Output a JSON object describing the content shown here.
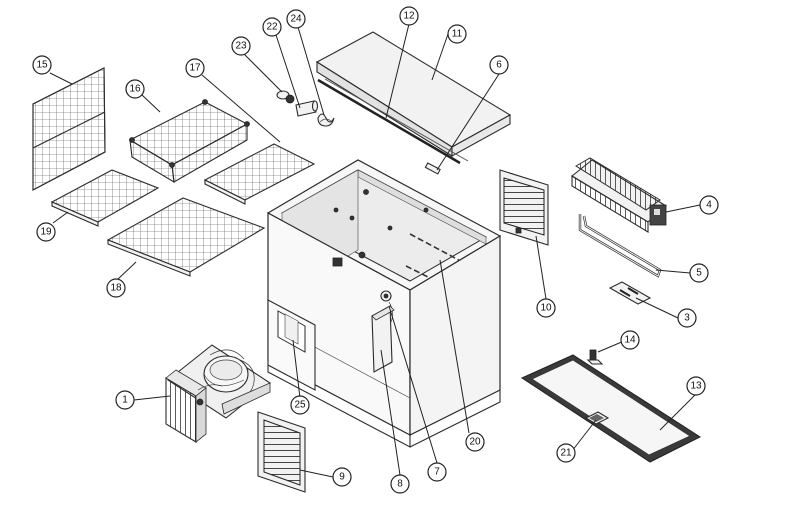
{
  "callouts": [
    {
      "id": "c1",
      "label": "1"
    },
    {
      "id": "c3",
      "label": "3"
    },
    {
      "id": "c4",
      "label": "4"
    },
    {
      "id": "c5",
      "label": "5"
    },
    {
      "id": "c6",
      "label": "6"
    },
    {
      "id": "c7",
      "label": "7"
    },
    {
      "id": "c8",
      "label": "8"
    },
    {
      "id": "c9",
      "label": "9"
    },
    {
      "id": "c10",
      "label": "10"
    },
    {
      "id": "c11",
      "label": "11"
    },
    {
      "id": "c12",
      "label": "12"
    },
    {
      "id": "c13",
      "label": "13"
    },
    {
      "id": "c14",
      "label": "14"
    },
    {
      "id": "c15",
      "label": "15"
    },
    {
      "id": "c16",
      "label": "16"
    },
    {
      "id": "c17",
      "label": "17"
    },
    {
      "id": "c18",
      "label": "18"
    },
    {
      "id": "c19",
      "label": "19"
    },
    {
      "id": "c20",
      "label": "20"
    },
    {
      "id": "c21",
      "label": "21"
    },
    {
      "id": "c22",
      "label": "22"
    },
    {
      "id": "c23",
      "label": "23"
    },
    {
      "id": "c24",
      "label": "24"
    },
    {
      "id": "c25",
      "label": "25"
    }
  ]
}
